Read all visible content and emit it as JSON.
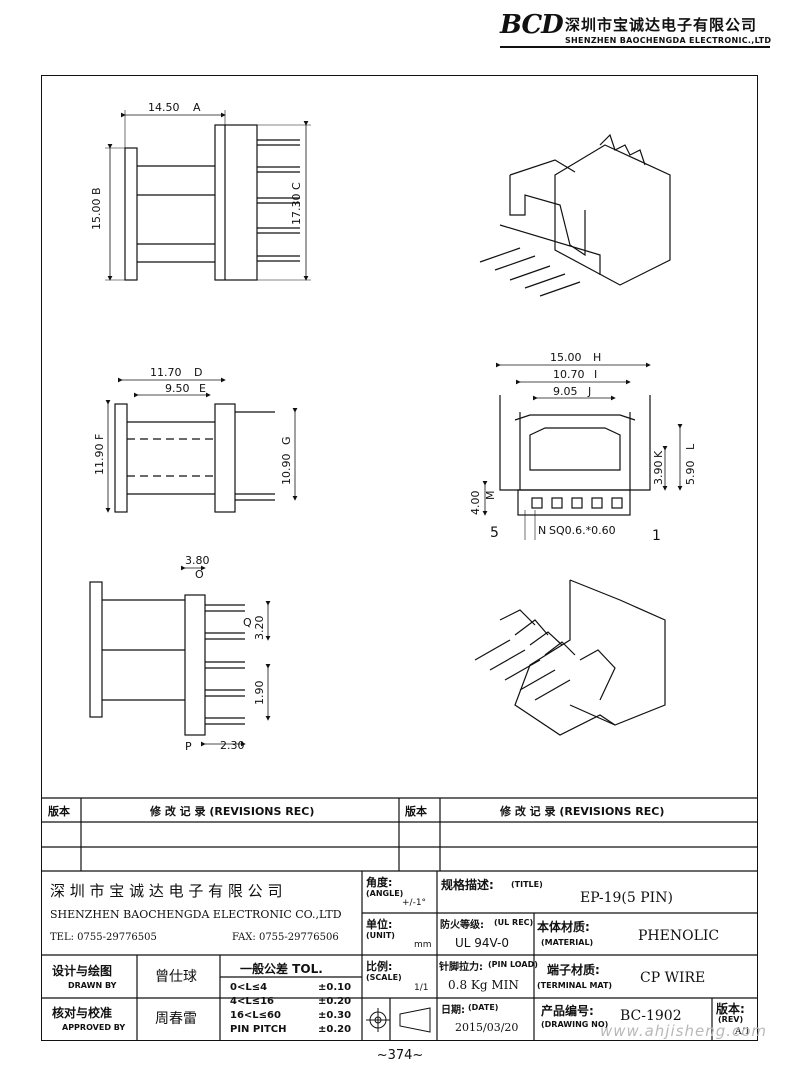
{
  "header": {
    "logo_text": "BCD",
    "company_cn": "深圳市宝诚达电子有限公司",
    "company_en": "SHENZHEN BAOCHENGDA ELECTRONIC.,LTD"
  },
  "drawing": {
    "top_view": {
      "width": "14.50",
      "width_ref": "A",
      "height": "15.00",
      "height_ref": "B",
      "pin_span": "17.30",
      "pin_span_ref": "C"
    },
    "side_view": {
      "width": "11.70",
      "width_ref": "D",
      "inner": "9.50",
      "inner_ref": "E",
      "height": "11.90",
      "height_ref": "F",
      "height2": "10.90",
      "height2_ref": "G"
    },
    "front_view": {
      "outer": "15.00",
      "outer_ref": "H",
      "mid": "10.70",
      "mid_ref": "I",
      "inner": "9.05",
      "inner_ref": "J",
      "h1": "3.90",
      "h1_ref": "K",
      "h2": "5.90",
      "h2_ref": "L",
      "base": "4.00",
      "base_ref": "M",
      "pin": "SQ0.6.*0.60",
      "pin_ref": "N",
      "pin_left": "5",
      "pin_right": "1"
    },
    "pin_view": {
      "flange": "3.80",
      "flange_ref": "O",
      "pitch": "3.20",
      "pitch_ref": "Q",
      "pin_offset": "1.90",
      "pin_len": "2.30",
      "pin_len_ref": "P"
    }
  },
  "revisions": {
    "col_version": "版本",
    "col_record": "修  改  记  录   (REVISIONS REC)"
  },
  "title_block": {
    "company_cn": "深 圳 市 宝 诚 达 电 子 有 限 公 司",
    "company_en": "SHENZHEN BAOCHENGDA ELECTRONIC CO.,LTD",
    "tel": "TEL: 0755-29776505",
    "fax": "FAX: 0755-29776506",
    "angle_cn": "角度:",
    "angle_en": "(ANGLE)",
    "angle_val": "+/-1°",
    "unit_cn": "单位:",
    "unit_en": "(UNIT)",
    "unit_val": "mm",
    "scale_cn": "比例:",
    "scale_en": "(SCALE)",
    "scale_val": "1/1",
    "title_cn": "规格描述:",
    "title_en": "(TITLE)",
    "title_val": "EP-19(5 PIN)",
    "ul_cn": "防火等级:",
    "ul_en": "(UL REC)",
    "ul_val": "UL 94V-0",
    "material_cn": "本体材质:",
    "material_en": "(MATERIAL)",
    "material_val": "PHENOLIC",
    "pinload_cn": "针脚拉力:",
    "pinload_en": "(PIN LOAD)",
    "pinload_val": "0.8 Kg MIN",
    "terminal_cn": "端子材质:",
    "terminal_en": "(TERMINAL MAT)",
    "terminal_val": "CP WIRE",
    "date_cn": "日期:",
    "date_en": "(DATE)",
    "date_val": "2015/03/20",
    "drawing_cn": "产品编号:",
    "drawing_en": "(DRAWING NO)",
    "drawing_val": "BC-1902",
    "rev_cn": "版本:",
    "rev_en": "(REV)",
    "rev_val": "A/1",
    "drawn_cn": "设计与绘图",
    "drawn_en": "DRAWN BY",
    "drawn_val": "曾仕球",
    "approved_cn": "核对与校准",
    "approved_en": "APPROVED BY",
    "approved_val": "周春雷",
    "tol_title": "一般公差  TOL.",
    "tol_rows": [
      {
        "range": "0<L≤4",
        "val": "±0.10"
      },
      {
        "range": "4<L≤16",
        "val": "±0.20"
      },
      {
        "range": "16<L≤60",
        "val": "±0.30"
      },
      {
        "range": "PIN PITCH",
        "val": "±0.20"
      }
    ]
  },
  "page_number": "~374~",
  "watermark": "www.ahjisheng.com"
}
